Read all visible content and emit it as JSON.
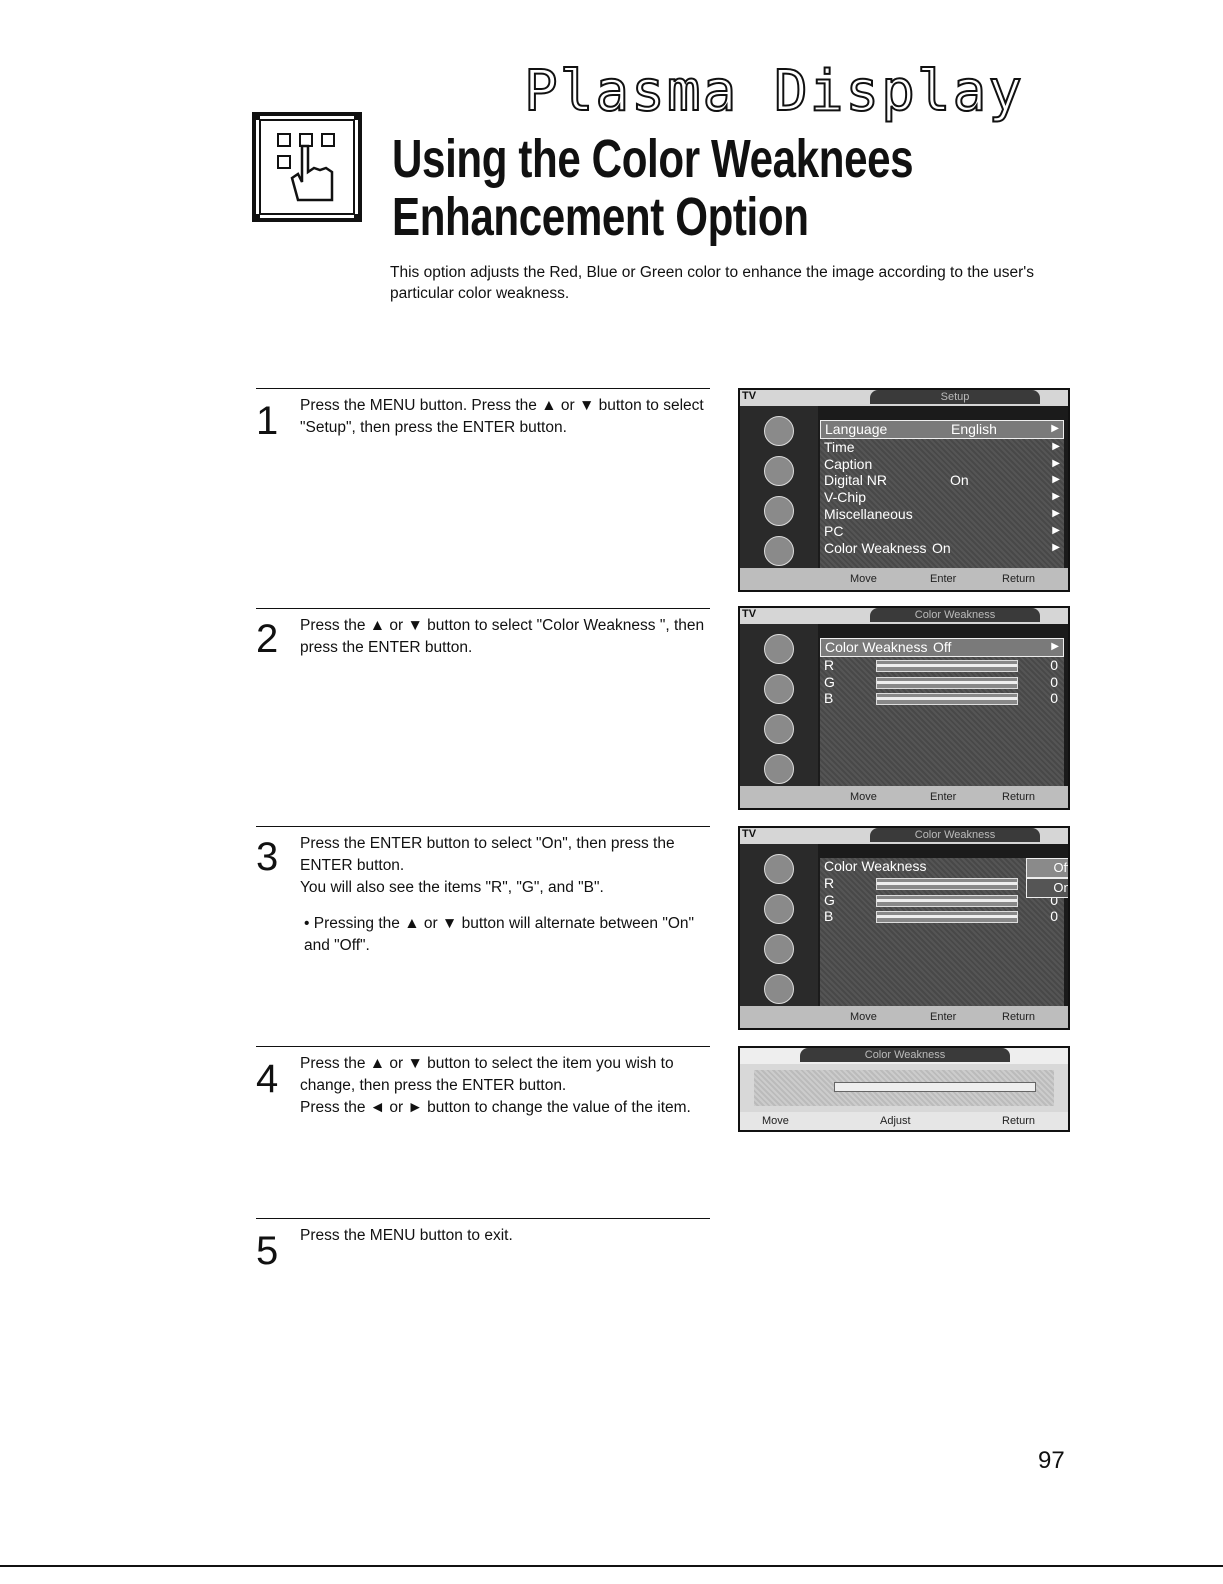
{
  "brand": "Plasma Display",
  "title": {
    "line1": "Using the Color Weaknees",
    "line2": "Enhancement Option"
  },
  "intro": "This option adjusts the Red, Blue or Green color to enhance the image according to the user's particular color weakness.",
  "steps": [
    {
      "number": "1",
      "text": "Press the MENU button. Press the ▲ or ▼ button to select \"Setup\", then press the ENTER button."
    },
    {
      "number": "2",
      "text": "Press the ▲ or ▼ button to select \"Color Weakness \", then press the ENTER button."
    },
    {
      "number": "3",
      "text": "Press the ENTER button to select \"On\", then press the ENTER button.",
      "text2": "You will also see the items \"R\", \"G\", and \"B\".",
      "bullet": "• Pressing the ▲ or ▼ button will alternate between \"On\" and \"Off\"."
    },
    {
      "number": "4",
      "text": "Press the ▲ or ▼ button to select the item you wish to change, then press the ENTER button.",
      "text2": "Press the ◄ or ► button to change the value of the item."
    },
    {
      "number": "5",
      "text": "Press the MENU button to exit."
    }
  ],
  "screens": {
    "tv_tab": "TV",
    "s1": {
      "header": "Setup",
      "rows": [
        {
          "label": "Language",
          "value": "English"
        },
        {
          "label": "Time",
          "value": ""
        },
        {
          "label": "Caption",
          "value": ""
        },
        {
          "label": "Digital NR",
          "value": "On"
        },
        {
          "label": "V-Chip",
          "value": ""
        },
        {
          "label": "Miscellaneous",
          "value": ""
        },
        {
          "label": "PC",
          "value": ""
        },
        {
          "label": "Color Weakness",
          "value": "On"
        }
      ],
      "footer": {
        "move": "Move",
        "enter": "Enter",
        "return": "Return"
      }
    },
    "s2": {
      "header": "Color Weakness",
      "mode_label": "Color Weakness",
      "mode_value": "Off",
      "rows": [
        {
          "label": "R",
          "value": "0"
        },
        {
          "label": "G",
          "value": "0"
        },
        {
          "label": "B",
          "value": "0"
        }
      ],
      "footer": {
        "move": "Move",
        "enter": "Enter",
        "return": "Return"
      }
    },
    "s3": {
      "header": "Color Weakness",
      "mode_label": "Color Weakness",
      "options": [
        "Off",
        "On"
      ],
      "rows": [
        {
          "label": "R",
          "value": "0"
        },
        {
          "label": "G",
          "value": "0"
        },
        {
          "label": "B",
          "value": "0"
        }
      ],
      "footer": {
        "move": "Move",
        "enter": "Enter",
        "return": "Return"
      }
    },
    "s4": {
      "header": "Color Weakness",
      "footer": {
        "move": "Move",
        "adjust": "Adjust",
        "return": "Return"
      }
    }
  },
  "page_number": "97"
}
